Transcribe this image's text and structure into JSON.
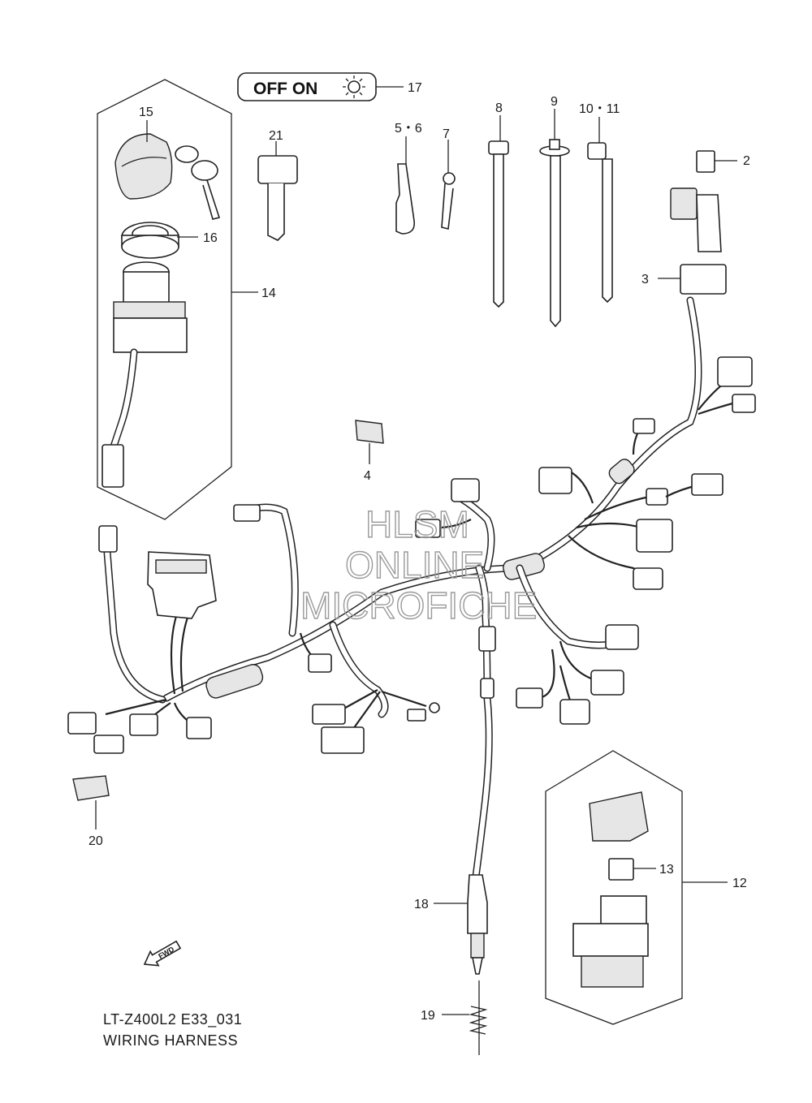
{
  "switch_label": {
    "off_on": "OFF ON"
  },
  "callouts": {
    "c2": "2",
    "c3": "3",
    "c4": "4",
    "c56": "5・6",
    "c7": "7",
    "c8": "8",
    "c9": "9",
    "c1011": "10・11",
    "c12": "12",
    "c13": "13",
    "c14": "14",
    "c15": "15",
    "c16": "16",
    "c17": "17",
    "c18": "18",
    "c19": "19",
    "c20": "20",
    "c21": "21"
  },
  "fwd_label": "FWD",
  "watermark": {
    "line1": "HLSM",
    "line2": "ONLINE",
    "line3": "MICROFICHE"
  },
  "caption": {
    "model": "LT-Z400L2 E33_031",
    "title": "WIRING HARNESS"
  },
  "icons": [
    "light-bulb-icon",
    "fwd-arrow-icon"
  ]
}
